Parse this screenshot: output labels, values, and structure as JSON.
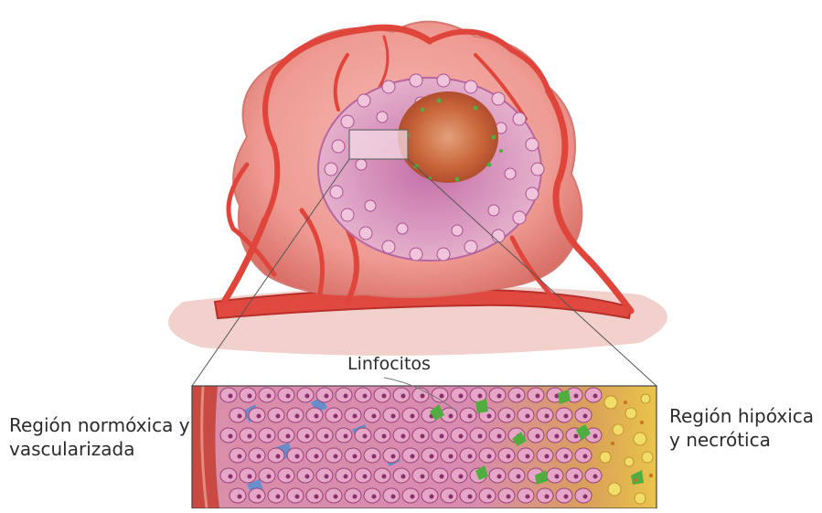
{
  "labels": {
    "lymphocytes": "Linfocitos",
    "normoxic_region": "Región normóxica y vascularizada",
    "hypoxic_region": "Región hipóxica y necrótica"
  },
  "colors": {
    "tumor_skin": "#f0a39c",
    "vessel": "#e0493f",
    "core": "#c9663a",
    "cell": "#e4a3c4",
    "lymphocyte": "#4fae3f",
    "blue_cell": "#5a8fd0",
    "necrotic": "#ecd24a"
  }
}
